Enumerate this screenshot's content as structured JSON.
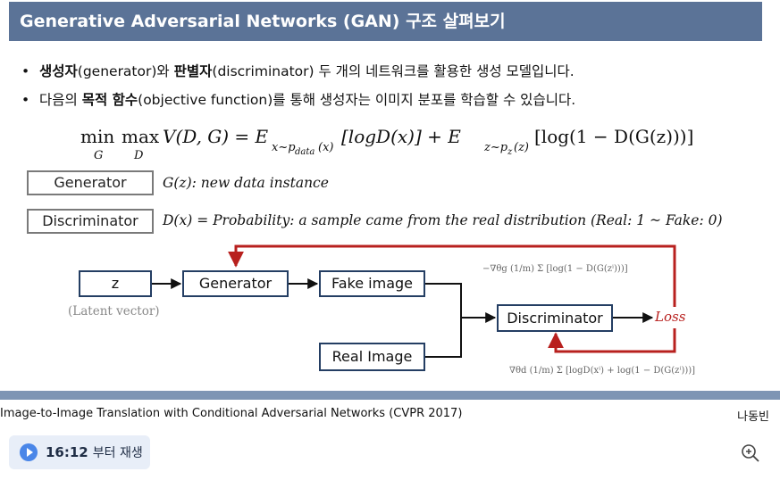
{
  "slide": {
    "title": "Generative Adversarial Networks (GAN) 구조 살펴보기",
    "bullets": [
      {
        "b1": "생성자",
        "t1": "(generator)와 ",
        "b2": "판별자",
        "t2": "(discriminator) 두 개의 네트워크를 활용한 생성 모델입니다."
      },
      {
        "t0": "다음의 ",
        "b1": "목적 함수",
        "t1": "(objective function)를 통해 생성자는 이미지 분포를 학습할 수 있습니다."
      }
    ],
    "equation": {
      "min": "min",
      "min_sub": "G",
      "max": "max",
      "max_sub": "D",
      "lhs": "V(D, G) = E",
      "sub1": "x~p",
      "sub1b": "data",
      "sub1c": "(x)",
      "term1": "[logD(x)] + E",
      "sub2": "z~p",
      "sub2b": "z",
      "sub2c": "(z)",
      "term2": "[log(1 − D(G(z)))]"
    },
    "definitions": {
      "generator_label": "Generator",
      "generator_def": "G(z): new data instance",
      "discriminator_label": "Discriminator",
      "discriminator_def": "D(x) = Probability: a sample came from the real distribution (Real: 1 ~ Fake: 0)"
    },
    "diagram": {
      "z": "z",
      "latent": "(Latent vector)",
      "generator": "Generator",
      "fake": "Fake image",
      "real": "Real Image",
      "discriminator": "Discriminator",
      "loss": "Loss",
      "grad_g": "−∇θg (1/m) Σ [log(1 − D(G(zⁱ)))]",
      "grad_d": "∇θd (1/m) Σ [logD(xⁱ) + log(1 − D(G(zⁱ)))]"
    }
  },
  "footer": {
    "paper": "Image-to-Image Translation with Conditional Adversarial Networks (CVPR 2017)",
    "presenter": "나동빈"
  },
  "player": {
    "time": "16:12",
    "label": "부터 재생"
  },
  "colors": {
    "title_bar": "#5b7397",
    "box_border": "#243e63",
    "loss_red": "#b8201e",
    "divider": "#7e95b4"
  }
}
